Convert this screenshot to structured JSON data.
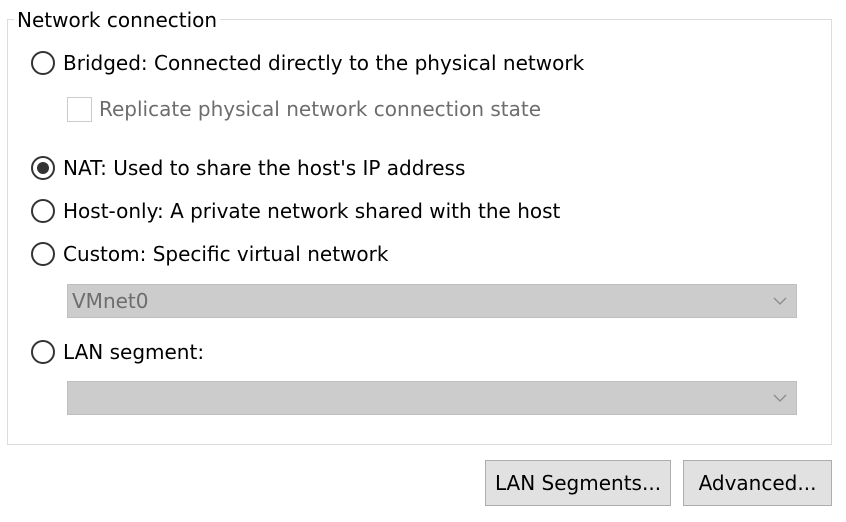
{
  "group": {
    "title": "Network connection"
  },
  "options": {
    "bridged": {
      "label": "Bridged: Connected directly to the physical network",
      "selected": false
    },
    "replicate": {
      "label": "Replicate physical network connection state",
      "checked": false,
      "enabled": false
    },
    "nat": {
      "label": "NAT: Used to share the host's IP address",
      "selected": true
    },
    "host_only": {
      "label": "Host-only: A private network shared with the host",
      "selected": false
    },
    "custom": {
      "label": "Custom: Specific virtual network",
      "selected": false
    },
    "lan_segment": {
      "label": "LAN segment:",
      "selected": false
    }
  },
  "custom_network_select": {
    "value": "VMnet0",
    "enabled": false,
    "icon": "chevron-down-icon"
  },
  "lan_segment_select": {
    "value": "",
    "enabled": false,
    "icon": "chevron-down-icon"
  },
  "buttons": {
    "lan_segments": "LAN Segments...",
    "advanced": "Advanced..."
  },
  "colors": {
    "disabled_text": "#6d6d6d",
    "disabled_fill": "#cccccc",
    "button_face": "#e1e1e1",
    "group_border": "#dcdcdc"
  }
}
